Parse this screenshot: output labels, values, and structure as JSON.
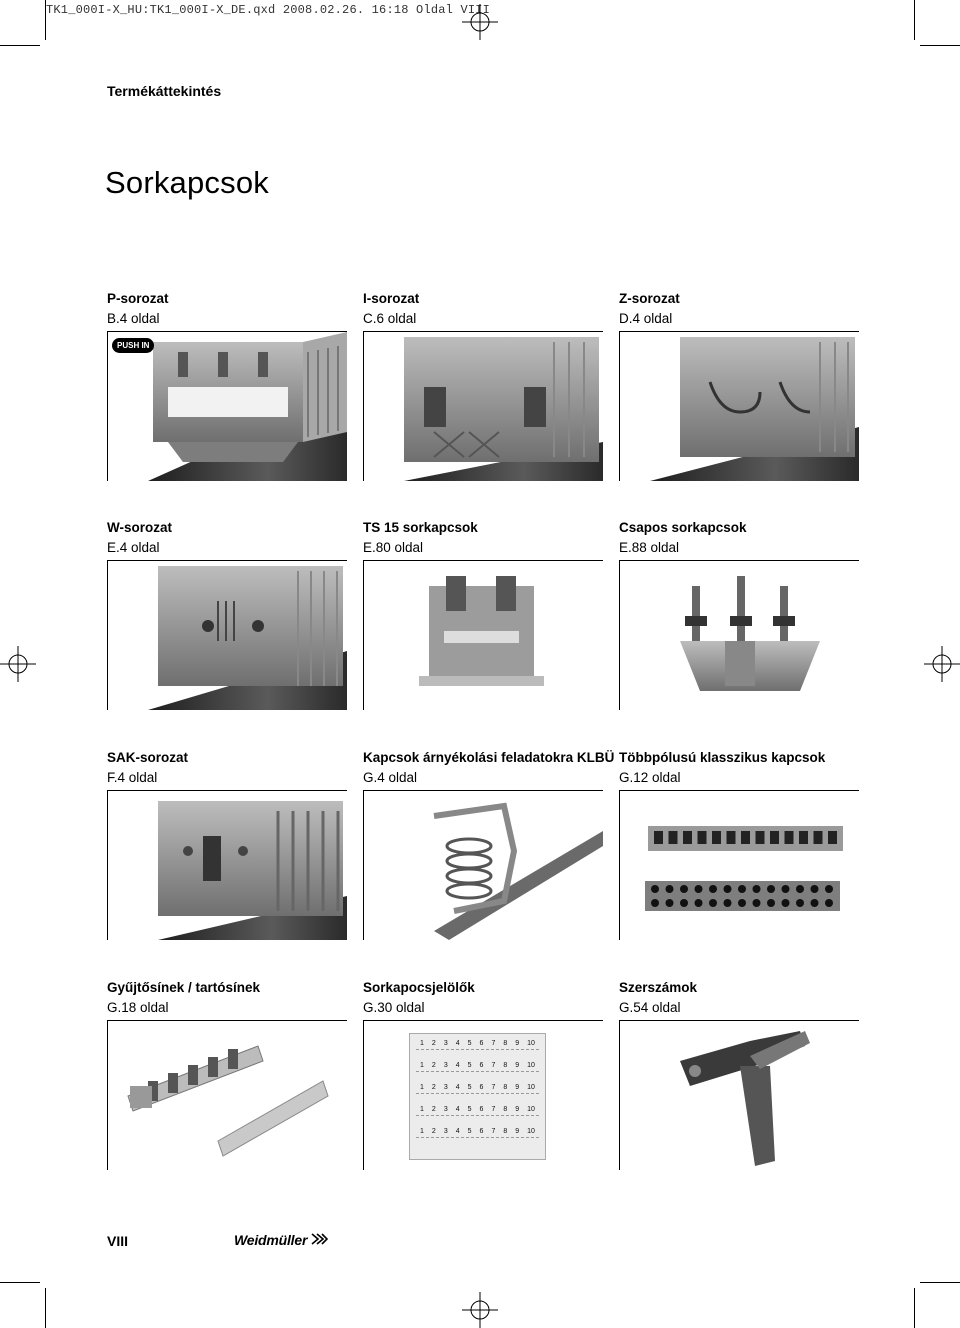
{
  "print_header": "TK1_000I-X_HU:TK1_000I-X_DE.qxd  2008.02.26.  16:18  Oldal VIII",
  "section_label": "Termékáttekintés",
  "page_title": "Sorkapcsok",
  "cards": [
    {
      "title": "P-sorozat",
      "page": " B.4 oldal",
      "badge": "PUSH IN",
      "icon": "push-in-terminal-block"
    },
    {
      "title": "I-sorozat",
      "page": " C.6 oldal",
      "icon": "i-series-terminal-block"
    },
    {
      "title": "Z-sorozat",
      "page": " D.4 oldal",
      "icon": "z-series-terminal-block"
    },
    {
      "title": "W-sorozat",
      "page": "E.4 oldal",
      "icon": "w-series-terminal-block"
    },
    {
      "title": " TS 15 sorkapcsok",
      "page": "E.80 oldal",
      "icon": "ts15-terminal-block"
    },
    {
      "title": "Csapos sorkapcsok",
      "page": "E.88 oldal",
      "icon": "stud-terminal-block"
    },
    {
      "title": "SAK-sorozat",
      "page": "F.4 oldal",
      "icon": "sak-terminal-block"
    },
    {
      "title": "Kapcsok árnyékolási feladatokra KLBÜ",
      "page": "G.4 oldal",
      "icon": "shield-clamp"
    },
    {
      "title": "Többpólusú klasszikus kapcsok",
      "page": "G.12 oldal",
      "icon": "multipole-strip"
    },
    {
      "title": "Gyűjtősínek / tartósínek",
      "page": "G.18 oldal",
      "icon": "busbar-rail"
    },
    {
      "title": "Sorkapocsjelölők",
      "page": "G.30 oldal",
      "icon": "marker-card"
    },
    {
      "title": "Szerszámok",
      "page": "G.54 oldal",
      "icon": "crimping-tool"
    }
  ],
  "marker_numbers": [
    "1",
    "2",
    "3",
    "4",
    "5",
    "6",
    "7",
    "8",
    "9",
    "10"
  ],
  "footer": {
    "page_number": "VIII",
    "logo": "Weidmüller"
  },
  "colors": {
    "text": "#000000",
    "product_grey": "#8a8a8a",
    "rail_dark": "#3a3a3a"
  }
}
